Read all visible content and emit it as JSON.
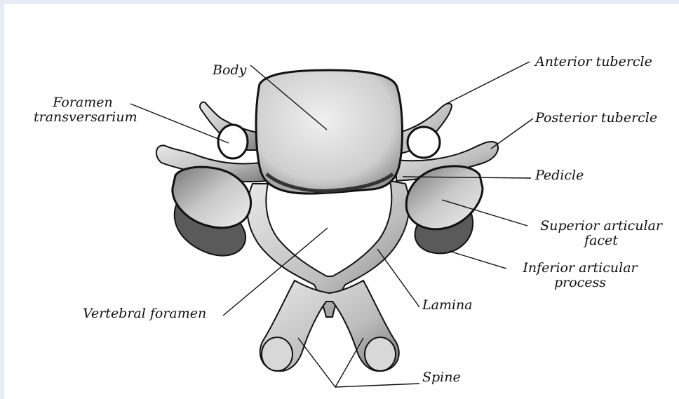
{
  "labels": {
    "body": "Body",
    "anterior_tubercle": "Anterior tubercle",
    "foramen_transversarium_line1": "Foramen",
    "foramen_transversarium_line2": "transversarium",
    "posterior_tubercle": "Posterior tubercle",
    "pedicle": "Pedicle",
    "superior_articular_facet_line1": "Superior articular",
    "superior_articular_facet_line2": "facet",
    "inferior_articular_process_line1": "Inferior articular",
    "inferior_articular_process_line2": "process",
    "vertebral_foramen": "Vertebral foramen",
    "lamina": "Lamina",
    "spine": "Spine"
  },
  "colors": {
    "bone_fill": "#c9c9c9",
    "bone_light": "#ececec",
    "bone_dark": "#4a4a4a",
    "outline": "#1a1a1a",
    "frame_background": "#e6ecf6"
  }
}
